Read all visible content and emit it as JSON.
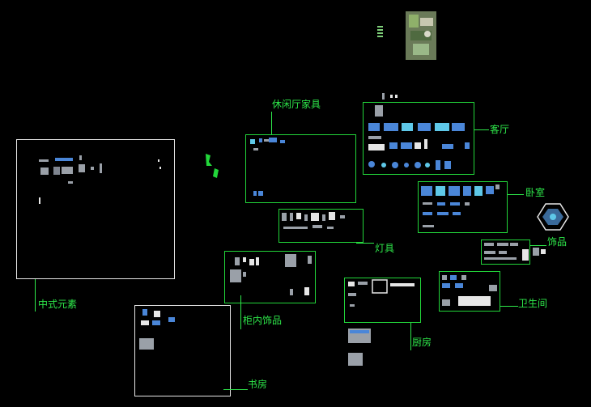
{
  "labels": {
    "chinese_elements": "中式元素",
    "leisure_hall_furniture": "休闲厅家具",
    "living_room": "客厅",
    "bedroom": "卧室",
    "lamps": "灯具",
    "ornaments": "饰品",
    "cabinet_ornaments": "柜内饰品",
    "kitchen": "厨房",
    "bathroom": "卫生间",
    "study": "书房"
  },
  "colors": {
    "background": "#000000",
    "frame_green": "#22d63a",
    "frame_white": "#e6e6e6",
    "label_green": "#2ee84a",
    "block_blue": "#4a86d8",
    "block_cyan": "#5ec8e8",
    "block_gray": "#9aa0a8"
  }
}
